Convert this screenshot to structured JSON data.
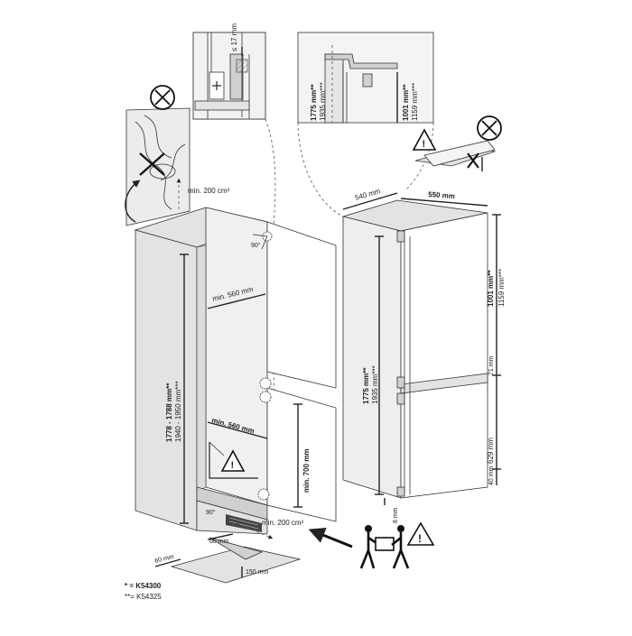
{
  "labels": {
    "min_200_top": "min. 200 cm²",
    "min_200_bottom": "min. 200 cm²",
    "min_560_upper": "min. 560 mm",
    "min_560_lower": "min. 560 mm",
    "min_700": "min. 700 mm",
    "niche_height": "1778 - 1788 mm**",
    "niche_height_alt": "1940 - 1950 mm***",
    "angle_top": "90°",
    "angle_bottom": "90°",
    "detail_17mm": "≤ 17 mm",
    "detail_1775": "1775 mm**",
    "detail_1935": "1935 mm***",
    "detail_1001": "1001 mm**",
    "detail_1159": "1159 mm***",
    "fridge_depth": "540 mm",
    "fridge_width": "550 mm",
    "fridge_1001": "1001 mm**",
    "fridge_1159": "1159 mm***",
    "fridge_1775": "1775 mm**",
    "fridge_1935": "1935 mm***",
    "dim_71": "71 mm",
    "dim_629": "629 mm",
    "dim_40": "40 mm",
    "dim_8": "8 mm",
    "plinth_60_a": "60 mm",
    "plinth_60_b": "60 mm",
    "plinth_150": "150 mm",
    "footnote_1": "* = K54300",
    "footnote_2": "**= K54325"
  },
  "icons": [
    "warning-triangle",
    "prohibited-cross",
    "people-carrying",
    "arrow"
  ],
  "colors": {
    "line": "#222222",
    "panel": "#e3e3e3",
    "background": "#ffffff"
  }
}
